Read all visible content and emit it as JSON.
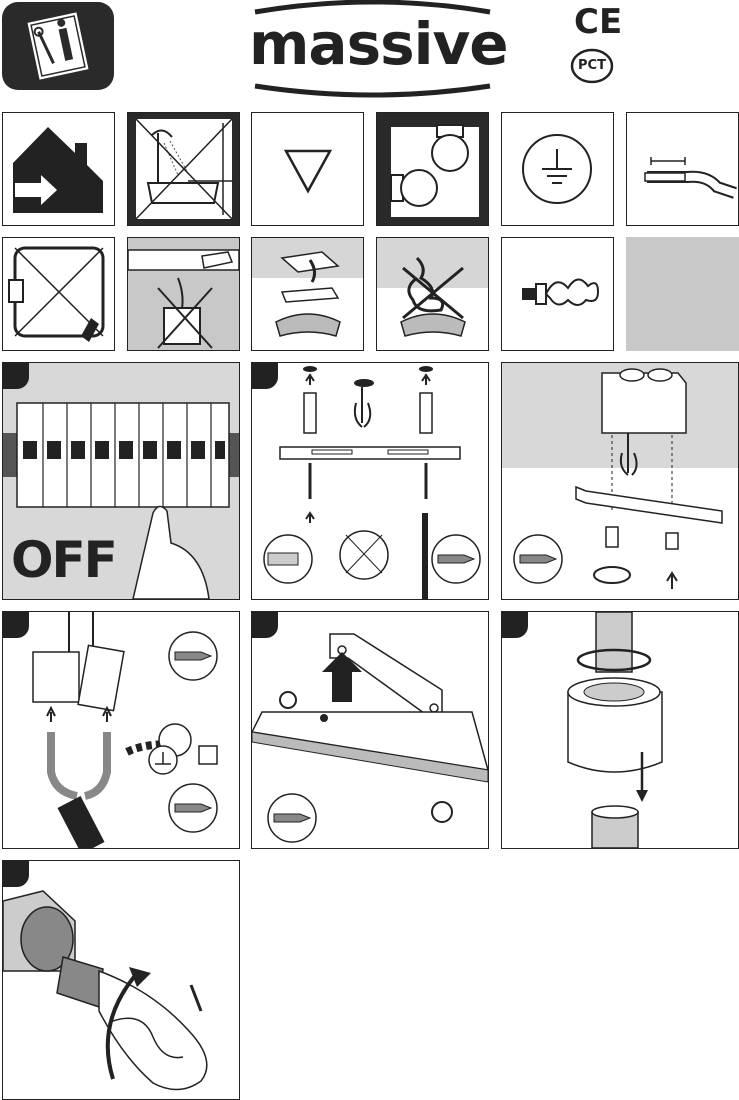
{
  "header": {
    "brand": "massive",
    "ce_mark": "CE",
    "pct_mark": "PCT"
  },
  "steps": {
    "step1_label": "OFF"
  }
}
